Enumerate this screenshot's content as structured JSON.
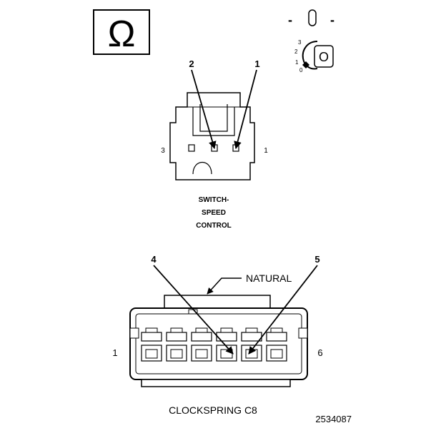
{
  "ohm_symbol": "Ω",
  "key_switch": {
    "top_marks": [
      "-",
      "|",
      "-"
    ],
    "positions": [
      "3",
      "2",
      "1",
      "0"
    ]
  },
  "switch_connector": {
    "callouts": [
      "2",
      "1"
    ],
    "side_pins": {
      "left": "3",
      "right": "1"
    },
    "caption_lines": [
      "SWITCH-",
      "SPEED",
      "CONTROL"
    ]
  },
  "clockspring_connector": {
    "callouts": [
      "4",
      "5"
    ],
    "color_note": "NATURAL",
    "side_pins": {
      "left": "1",
      "right": "6"
    },
    "caption": "CLOCKSPRING C8"
  },
  "figure_number": "2534087"
}
